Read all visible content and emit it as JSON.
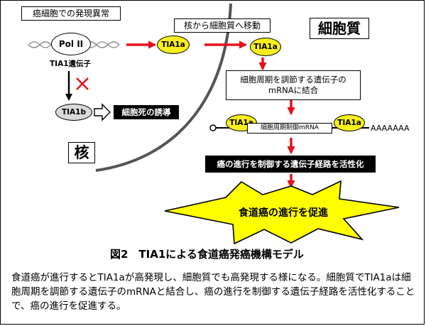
{
  "labels": {
    "cancer_cell_expression_abnormality": "癌細胞での発現異常",
    "pol_ii": "Pol II",
    "tia1_gene": "TIA1遺伝子",
    "tia1a_nucleus": "TIA1a",
    "nuclear_export": "核から細胞質へ移動",
    "tia1a_cytoplasm": "TIA1a",
    "cytoplasm": "細胞質",
    "binding_line1": "細胞周期を調節する遺伝子の",
    "binding_line2": "mRNAに結合",
    "tia1a_bound_left": "TIA1a",
    "mrna_region": "細胞周期制御mRNA",
    "tia1a_bound_right": "TIA1a",
    "poly_a_tail": "AAAAAAA",
    "tia1b": "TIA1b",
    "cell_death_induction": "細胞死の誘導",
    "nucleus": "核",
    "activate_pathway": "癌の進行を制御する遺伝子経路を活性化",
    "promote_progression": "食道癌の進行を促進"
  },
  "figure_title": "図2　TIA1による食道癌発癌機構モデル",
  "caption": "食道癌が進行するとTIA1aが高発現し、細胞質でも高発現する様になる。細胞質でTIA1aは細胞周期を調節する遺伝子のmRNAと結合し、癌の進行を制御する遺伝子経路を活性化することで、癌の進行を促進する。",
  "colors": {
    "arrow_red": "#e8101a",
    "tia1a_fill": "#f7ef1e",
    "tia1b_fill": "#d9d9d9",
    "burst_fill": "#ffff00"
  }
}
